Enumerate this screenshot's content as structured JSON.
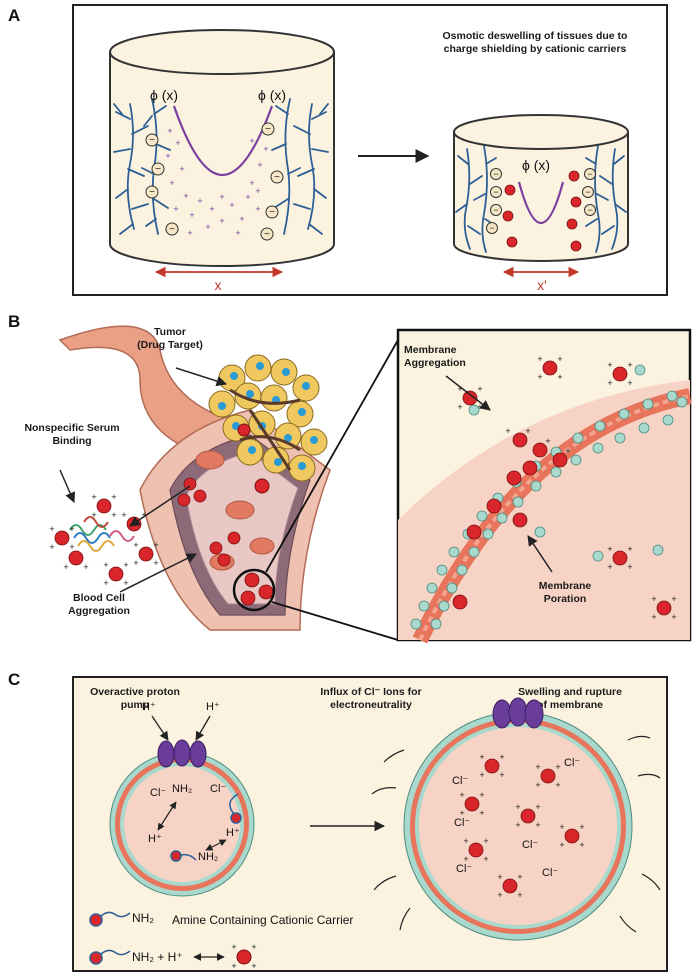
{
  "panelA": {
    "letter": "A",
    "caption_line1": "Osmotic deswelling of tissues due to",
    "caption_line2": "charge shielding by cationic carriers",
    "phi_label": "ϕ (x)",
    "x_label": "x",
    "x_prime_label": "x'"
  },
  "panelB": {
    "letter": "B",
    "tumor_label_line1": "Tumor",
    "tumor_label_line2": "(Drug Target)",
    "serum_label_line1": "Nonspecific Serum",
    "serum_label_line2": "Binding",
    "blood_label_line1": "Blood Cell",
    "blood_label_line2": "Aggregation",
    "membrane_aggregation_line1": "Membrane",
    "membrane_aggregation_line2": "Aggregation",
    "membrane_poration_line1": "Membrane",
    "membrane_poration_line2": "Poration"
  },
  "panelC": {
    "letter": "C",
    "proton_pump_line1": "Overactive proton",
    "proton_pump_line2": "pump",
    "influx_line1": "Influx of Cl⁻ Ions for",
    "influx_line2": "electroneutrality",
    "swelling_line1": "Swelling and rupture",
    "swelling_line2": "of membrane",
    "h_plus": "H⁺",
    "cl_minus": "Cl⁻",
    "nh2": "NH₂",
    "legend_amine": "Amine Containing Cationic Carrier",
    "legend_reaction_nh2": "NH₂ + H⁺"
  },
  "colors": {
    "cream": "#fbf3e0",
    "vessel_blue": "#2d5f95",
    "phi_purple": "#7b3fa0",
    "arrow_red": "#c0392b",
    "carrier_red": "#d8262a",
    "bead_teal": "#a9d8cc",
    "membrane_orange": "#e8745c",
    "cytoplasm_pink": "#f7d3c6",
    "pump_purple": "#6a3d9a"
  }
}
